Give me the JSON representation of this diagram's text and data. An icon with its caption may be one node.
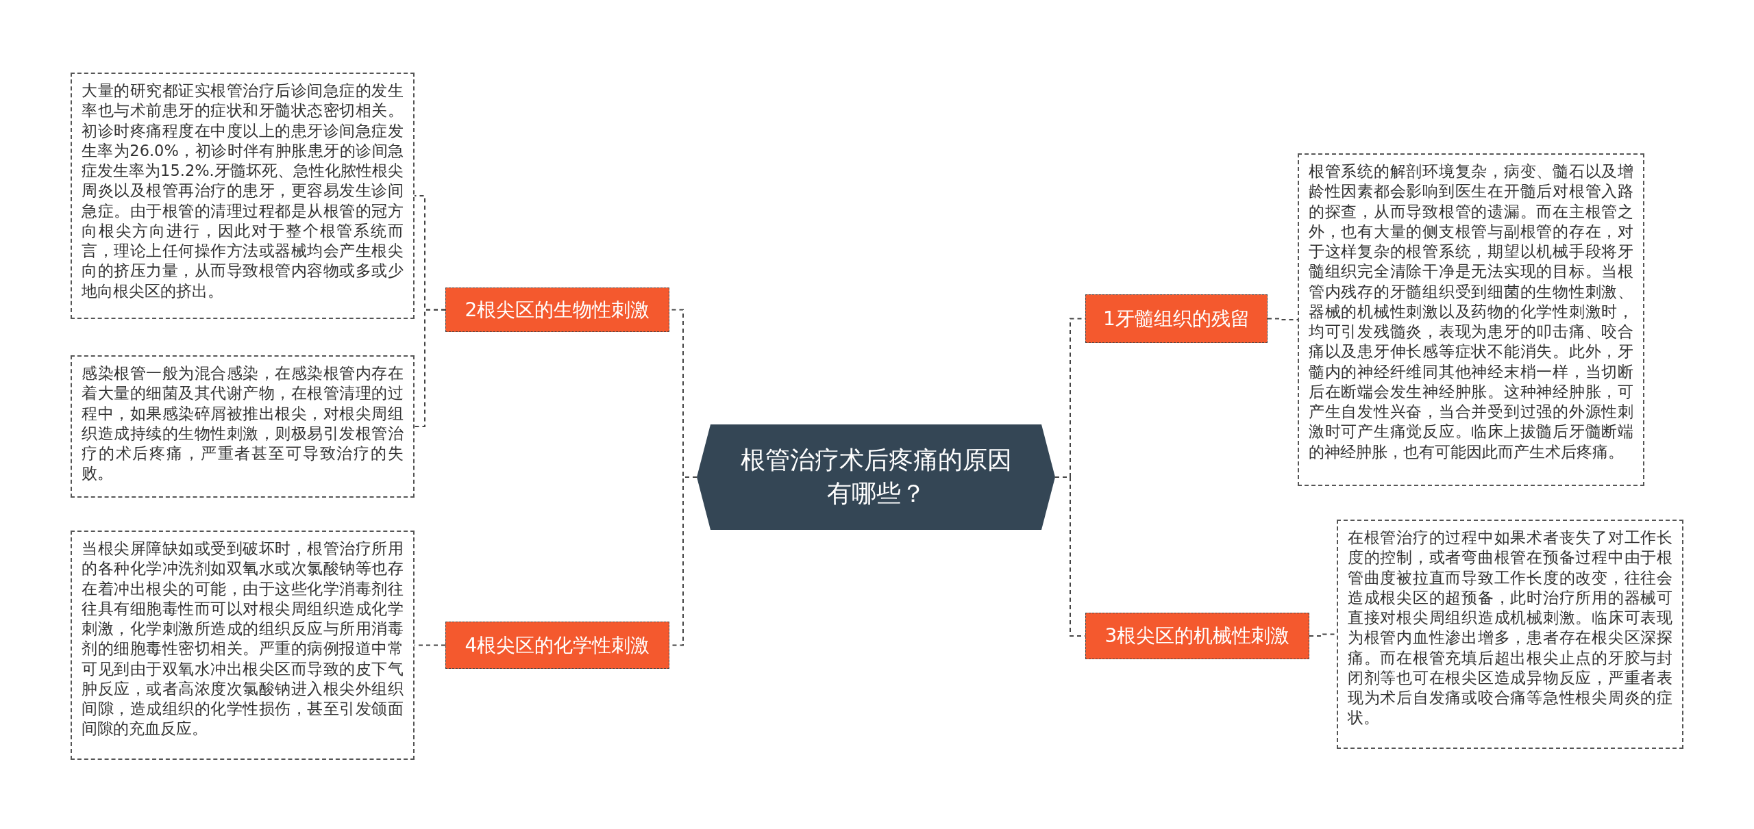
{
  "diagram": {
    "nodes": [
      {
        "text": [
          "根管治疗术后疼痛的原因有哪些？"
        ]
      },
      {
        "text": [
          "2根尖区的生物性刺激"
        ]
      },
      {
        "text": [
          "大量的研究都证实根管治疗后诊间急症的发生率也与术前患牙的症状和牙髓状态密切相关。初诊时疼痛程度在中度以上的患牙诊间急症发生率为26.0%，初诊时伴有肿胀患牙的诊间急症发生率为15.2%.牙髓坏死、急性化脓性根尖周炎以及根管再治疗的患牙，更容易发生诊间急症。由于根管的清理过程都是从根管的冠方向根尖方向进行，因此对于整个根管系统而言，理论上任何操作方法或器械均会产生根尖向的挤压力量，从而导致根管内容物或多或少地向根尖区的挤出。"
        ]
      },
      {
        "text": [
          "感染根管一般为混合感染，在感染根管内存在着大量的细菌及其代谢产物，在根管清理的过程中，如果感染碎屑被推出根尖，对根尖周组织造成持续的生物性刺激，则极易引发根管治疗的术后疼痛，严重者甚至可导致治疗的失败。"
        ]
      },
      {
        "text": [
          "4根尖区的化学性刺激"
        ]
      },
      {
        "text": [
          "当根尖屏障缺如或受到破坏时，根管治疗所用的各种化学冲洗剂如双氧水或次氯酸钠等也存在着冲出根尖的可能，由于这些化学消毒剂往往具有细胞毒性而可以对根尖周组织造成化学刺激，化学刺激所造成的组织反应与所用消毒剂的细胞毒性密切相关。严重的病例报道中常可见到由于双氧水冲出根尖区而导致的皮下气肿反应，或者高浓度次氯酸钠进入根尖外组织间隙，造成组织的化学性损伤，甚至引发颌面间隙的充血反应。"
        ]
      },
      {
        "text": [
          "1牙髓组织的残留"
        ]
      },
      {
        "text": [
          "根管系统的解剖环境复杂，病变、髓石以及增龄性因素都会影响到医生在开髓后对根管入路的探查，从而导致根管的遗漏。而在主根管之外，也有大量的侧支根管与副根管的存在，对于这样复杂的根管系统，期望以机械手段将牙髓组织完全清除干净是无法实现的目标。当根管内残存的牙髓组织受到细菌的生物性刺激、器械的机械性刺激以及药物的化学性刺激时，均可引发残髓炎，表现为患牙的叩击痛、咬合痛以及患牙伸长感等症状不能消失。此外，牙髓内的神经纤维同其他神经末梢一样，当切断后在断端会发生神经肿胀。这种神经肿胀，可产生自发性兴奋，当合并受到过强的外源性刺激时可产生痛觉反应。临床上拔髓后牙髓断端的神经肿胀，也有可能因此而产生术后疼痛。"
        ]
      },
      {
        "text": [
          "3根尖区的机械性刺激"
        ]
      },
      {
        "text": [
          "在根管治疗的过程中如果术者丧失了对工作长度的控制，或者弯曲根管在预备过程中由于根管曲度被拉直而导致工作长度的改变，往往会造成根尖区的超预备，此时治疗所用的器械可直接对根尖周组织造成机械刺激。临床可表现为根管内血性渗出增多，患者存在根尖区深探痛。而在根管充填后超出根尖止点的牙胶与封闭剂等也可在根尖区造成异物反应，严重者表现为术后自发痛或咬合痛等急性根尖周炎的症状。"
        ]
      }
    ],
    "edges": [
      {
        "from": 0,
        "to": 1,
        "arrow": "none"
      },
      {
        "from": 0,
        "to": 4,
        "arrow": "none"
      },
      {
        "from": 0,
        "to": 6,
        "arrow": "none"
      },
      {
        "from": 0,
        "to": 8,
        "arrow": "none"
      },
      {
        "from": 1,
        "to": 2,
        "arrow": "none"
      },
      {
        "from": 1,
        "to": 3,
        "arrow": "none"
      },
      {
        "from": 4,
        "to": 5,
        "arrow": "none"
      },
      {
        "from": 6,
        "to": 7,
        "arrow": "none"
      },
      {
        "from": 8,
        "to": 9,
        "arrow": "none"
      }
    ]
  }
}
